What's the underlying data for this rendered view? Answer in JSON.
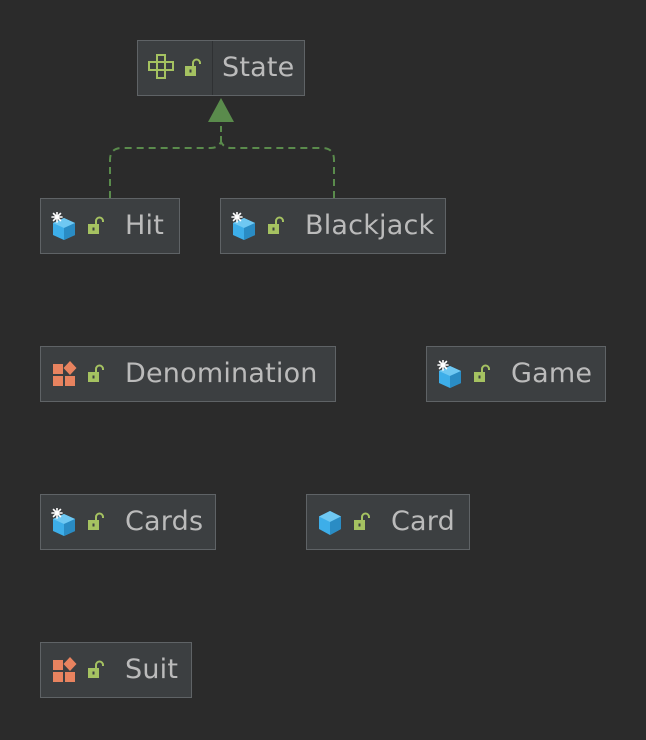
{
  "diagram": {
    "nodes": [
      {
        "id": "state",
        "label": "State",
        "kind": "interface-icon",
        "access": "unlocked-lock-icon"
      },
      {
        "id": "hit",
        "label": "Hit",
        "kind": "static-class-icon",
        "access": "unlocked-lock-icon"
      },
      {
        "id": "blackjack",
        "label": "Blackjack",
        "kind": "static-class-icon",
        "access": "unlocked-lock-icon"
      },
      {
        "id": "denomination",
        "label": "Denomination",
        "kind": "enum-icon",
        "access": "unlocked-lock-icon"
      },
      {
        "id": "game",
        "label": "Game",
        "kind": "static-class-icon",
        "access": "unlocked-lock-icon"
      },
      {
        "id": "cards",
        "label": "Cards",
        "kind": "static-class-icon",
        "access": "unlocked-lock-icon"
      },
      {
        "id": "card",
        "label": "Card",
        "kind": "class-icon",
        "access": "unlocked-lock-icon"
      },
      {
        "id": "suit",
        "label": "Suit",
        "kind": "enum-icon",
        "access": "unlocked-lock-icon"
      }
    ],
    "edges": [
      {
        "from": "hit",
        "to": "state",
        "type": "implements",
        "style": "dashed"
      },
      {
        "from": "blackjack",
        "to": "state",
        "type": "implements",
        "style": "dashed"
      }
    ],
    "colors": {
      "background": "#2b2b2b",
      "node_fill": "#3c3f41",
      "node_border": "#5f6366",
      "text": "#bbbbbb",
      "edge": "#5a8b4c",
      "lock": "#a5c261",
      "class_icon": "#3daee9",
      "enum_icon": "#e8835f",
      "interface_icon": "#a5c261"
    }
  }
}
